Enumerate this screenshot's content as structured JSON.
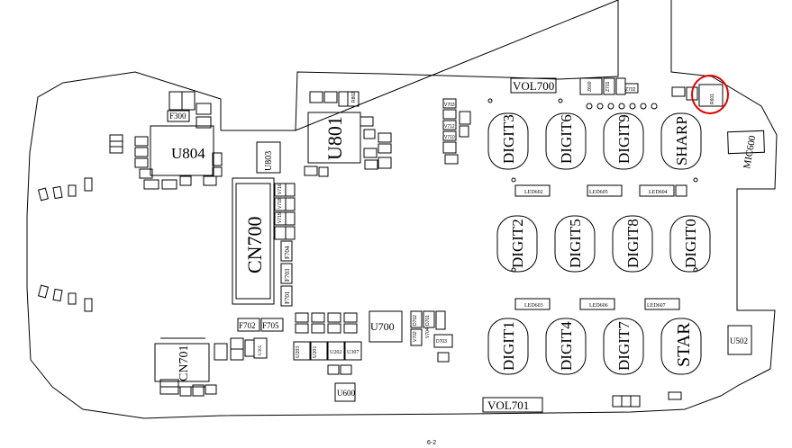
{
  "diagram": {
    "parts": {
      "vol700": "VOL700",
      "vol701": "VOL701",
      "u801": "U801",
      "u804": "U804",
      "u803": "U803",
      "u700": "U700",
      "u600": "U600",
      "u502": "U502",
      "u201": "U201",
      "u202": "U202",
      "u203": "U203",
      "u307": "U307",
      "u305": "U305",
      "cn700": "CN700",
      "cn701": "CN701",
      "mic600": "MIC600",
      "f300": "F300",
      "f701": "F701",
      "f702": "F702",
      "f703": "F703",
      "f704": "F704",
      "f705": "F705",
      "d701": "D701",
      "d702": "D702",
      "d703": "D703",
      "v702": "V702",
      "v703": "V703",
      "v704": "V704",
      "v710": "V710",
      "v712": "V712",
      "v715": "V715",
      "v716": "V716",
      "v718": "V718",
      "r802": "R802",
      "r601": "R601",
      "z600": "Z600",
      "z701": "Z701",
      "z702": "Z702"
    },
    "keys": {
      "digit1": "DIGIT1",
      "digit2": "DIGIT2",
      "digit3": "DIGIT3",
      "digit4": "DIGIT4",
      "digit5": "DIGIT5",
      "digit6": "DIGIT6",
      "digit7": "DIGIT7",
      "digit8": "DIGIT8",
      "digit9": "DIGIT9",
      "digit0": "DIGIT0",
      "star": "STAR",
      "sharp": "SHARP"
    },
    "leds": {
      "led602": "LED602",
      "led604": "LED604",
      "led605": "LED605",
      "led603": "LED603",
      "led606": "LED606",
      "led607": "LED607"
    },
    "page_number": "6-2",
    "highlight_color": "#e00000"
  }
}
